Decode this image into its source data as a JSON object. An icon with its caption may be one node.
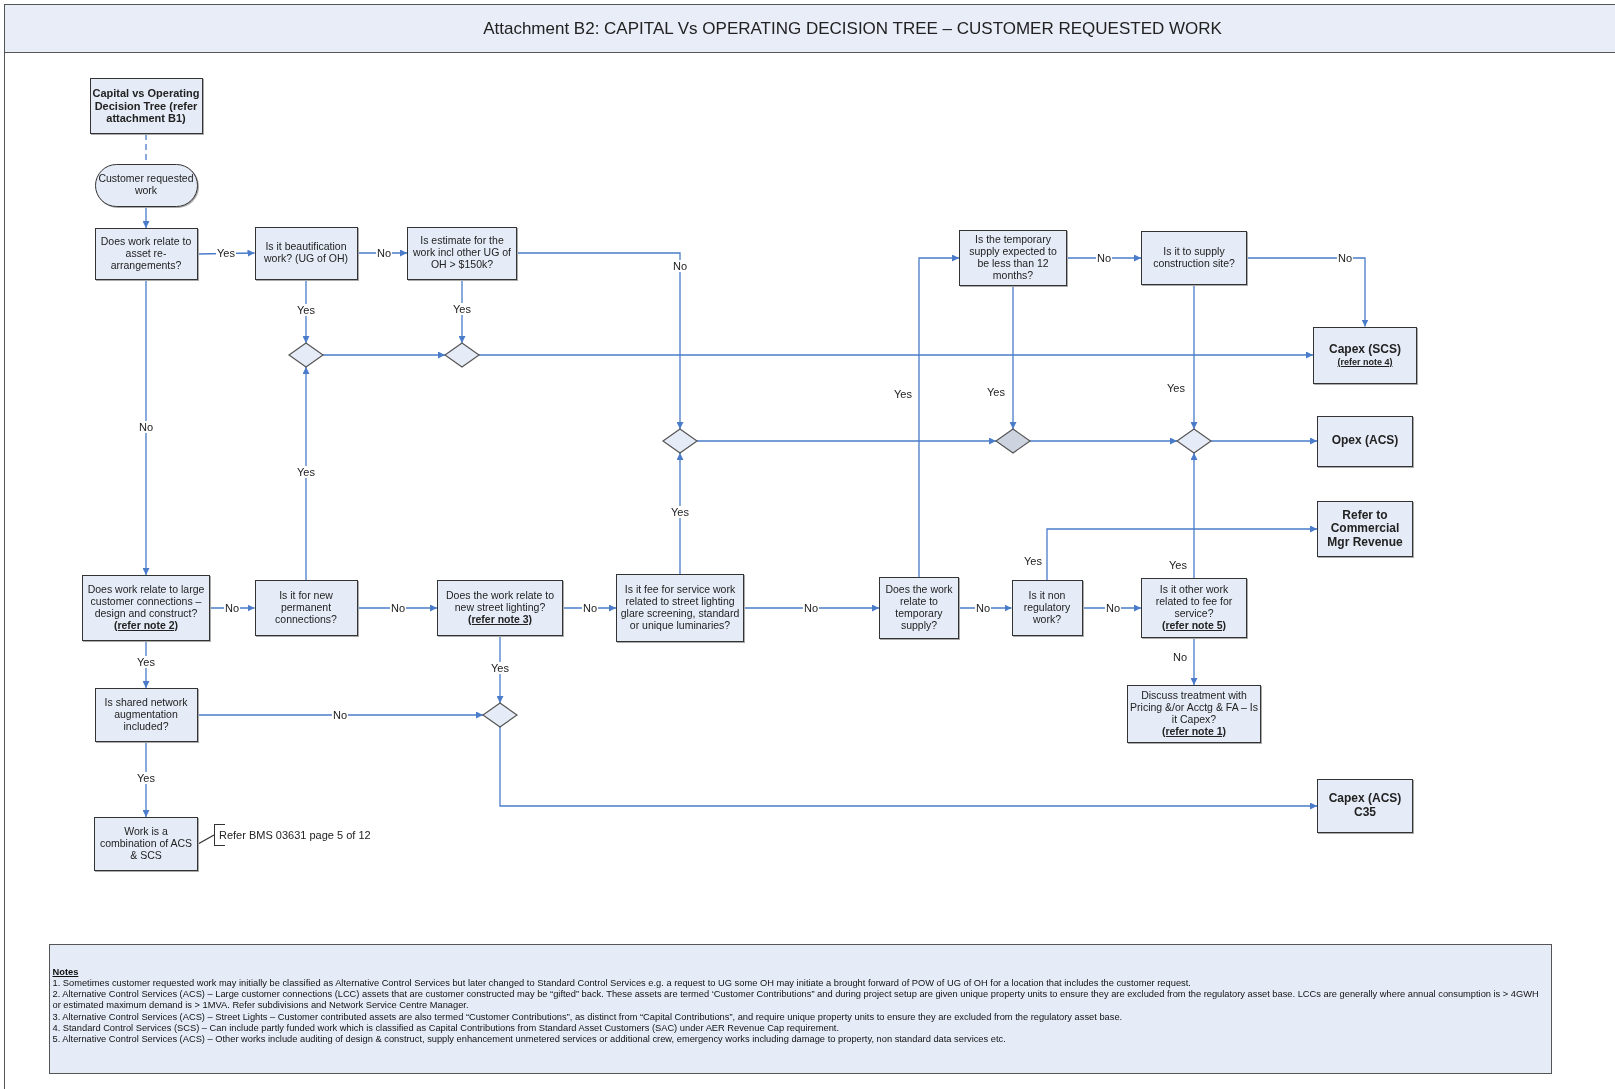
{
  "diagram": {
    "title": "Attachment B2: CAPITAL Vs OPERATING DECISION TREE – CUSTOMER REQUESTED WORK",
    "nodes": [
      {
        "text": [
          "Capital vs Operating Decision Tree (refer attachment B1)"
        ]
      },
      {
        "text": [
          "Customer requested work"
        ]
      },
      {
        "text": [
          "Does work relate to asset re-arrangements?"
        ]
      },
      {
        "text": [
          "Is it beautification work? (UG of OH)"
        ]
      },
      {
        "text": [
          "Is estimate for the work incl other UG of OH > $150k?"
        ]
      },
      {
        "text": [],
        "shape": "diamond"
      },
      {
        "text": [],
        "shape": "diamond"
      },
      {
        "text": [
          "Is the temporary supply expected to be less than 12 months?"
        ]
      },
      {
        "text": [
          "Is it to supply construction site?"
        ]
      },
      {
        "text": [
          "Capex (SCS)",
          "(refer note 4)"
        ]
      },
      {
        "text": [],
        "shape": "diamond"
      },
      {
        "text": [],
        "shape": "diamond"
      },
      {
        "text": [],
        "shape": "diamond"
      },
      {
        "text": [
          "Opex (ACS)"
        ]
      },
      {
        "text": [
          "Refer to Commercial Mgr Revenue"
        ]
      },
      {
        "text": [
          "Does work relate to large customer connections – design and construct? **(refer note 2)**"
        ]
      },
      {
        "text": [
          "Is it for new permanent connections?"
        ]
      },
      {
        "text": [
          "Does the work relate to new street lighting? **(refer note 3)**"
        ]
      },
      {
        "text": [
          "Is it fee for service work related to street lighting glare screening, standard or unique luminaries?"
        ]
      },
      {
        "text": [
          "Does the work relate to temporary supply?"
        ]
      },
      {
        "text": [
          "Is it non regulatory work?"
        ]
      },
      {
        "text": [
          "Is it other work related to fee for service? **(refer note 5)**"
        ]
      },
      {
        "text": [
          "Is shared network augmentation included?"
        ]
      },
      {
        "text": [],
        "shape": "diamond"
      },
      {
        "text": [
          "Discuss treatment with Pricing &/or Acctg & FA – Is it Capex? **(refer note 1)**"
        ]
      },
      {
        "text": [
          "Work is a combination of ACS & SCS"
        ]
      },
      {
        "text": [
          "Refer BMS 03631 page 5 of 12"
        ]
      },
      {
        "text": [
          "Capex (ACS) C35"
        ]
      },
      {
        "text": [
          "Notes",
          "1. Sometimes customer requested work may initially be classified as Alternative Control Services but later changed to Standard Control Services e.g. a request to UG some OH may initiate a brought forward of POW of UG of OH for a location that includes the customer request.",
          "2. Alternative Control Services (ACS) – Large customer connections (LCC) assets that are customer constructed may be “gifted” back. These assets are termed ‘Customer Contributions” and during project setup are given unique property units to ensure they are excluded from the regulatory asset base. LCCs are generally where annual consumption is > 4GWH or estimated maximum demand is > 1MVA. Refer subdivisions and Network Service Centre Manager.",
          "3. Alternative Control Services (ACS) – Street Lights – Customer contributed assets are also termed “Customer Contributions”, as distinct from “Capital Contributions”, and require unique property units to ensure they are excluded from the regulatory asset base.",
          "4. Standard Control Services (SCS) – Can include partly funded work which is classified as Capital Contributions from Standard Asset Customers (SAC) under AER Revenue Cap requirement.",
          "5. Alternative Control Services (ACS) – Other works include auditing of design & construct, supply enhancement unmetered services or additional crew, emergency works including damage to property, non standard data services etc."
        ]
      }
    ],
    "edges": [
      {
        "from": 0,
        "to": 1,
        "arrow": "none",
        "style": "dashed"
      },
      {
        "from": 1,
        "to": 2,
        "arrow": "to"
      },
      {
        "from": 2,
        "to": 3,
        "arrow": "to",
        "label": "Yes"
      },
      {
        "from": 3,
        "to": 4,
        "arrow": "to",
        "label": "No"
      },
      {
        "from": 3,
        "to": 5,
        "arrow": "to",
        "label": "Yes"
      },
      {
        "from": 4,
        "to": 6,
        "arrow": "to",
        "label": "Yes"
      },
      {
        "from": 4,
        "to": 10,
        "arrow": "to",
        "label": "No"
      },
      {
        "from": 5,
        "to": 6,
        "arrow": "to"
      },
      {
        "from": 6,
        "to": 9,
        "arrow": "to"
      },
      {
        "from": 2,
        "to": 15,
        "arrow": "to",
        "label": "No"
      },
      {
        "from": 16,
        "to": 5,
        "arrow": "to",
        "label": "Yes"
      },
      {
        "from": 15,
        "to": 16,
        "arrow": "to",
        "label": "No"
      },
      {
        "from": 16,
        "to": 17,
        "arrow": "to",
        "label": "No"
      },
      {
        "from": 17,
        "to": 18,
        "arrow": "to",
        "label": "No"
      },
      {
        "from": 18,
        "to": 10,
        "arrow": "to",
        "label": "Yes"
      },
      {
        "from": 18,
        "to": 19,
        "arrow": "to",
        "label": "No"
      },
      {
        "from": 19,
        "to": 7,
        "arrow": "to",
        "label": "Yes"
      },
      {
        "from": 19,
        "to": 20,
        "arrow": "to",
        "label": "No"
      },
      {
        "from": 20,
        "to": 21,
        "arrow": "to",
        "label": "No"
      },
      {
        "from": 20,
        "to": 14,
        "arrow": "to",
        "label": "Yes"
      },
      {
        "from": 21,
        "to": 12,
        "arrow": "to",
        "label": "Yes"
      },
      {
        "from": 21,
        "to": 24,
        "arrow": "to",
        "label": "No"
      },
      {
        "from": 7,
        "to": 8,
        "arrow": "to",
        "label": "No"
      },
      {
        "from": 7,
        "to": 11,
        "arrow": "to",
        "label": "Yes"
      },
      {
        "from": 8,
        "to": 9,
        "arrow": "to",
        "label": "No"
      },
      {
        "from": 8,
        "to": 12,
        "arrow": "to",
        "label": "Yes"
      },
      {
        "from": 10,
        "to": 11,
        "arrow": "to"
      },
      {
        "from": 11,
        "to": 12,
        "arrow": "to"
      },
      {
        "from": 12,
        "to": 13,
        "arrow": "to"
      },
      {
        "from": 15,
        "to": 22,
        "arrow": "to",
        "label": "Yes"
      },
      {
        "from": 22,
        "to": 23,
        "arrow": "to",
        "label": "No"
      },
      {
        "from": 17,
        "to": 23,
        "arrow": "to",
        "label": "Yes"
      },
      {
        "from": 22,
        "to": 25,
        "arrow": "to",
        "label": "Yes"
      },
      {
        "from": 23,
        "to": 27,
        "arrow": "to"
      },
      {
        "from": 25,
        "to": 26,
        "arrow": "none",
        "color": "#333333"
      }
    ]
  }
}
